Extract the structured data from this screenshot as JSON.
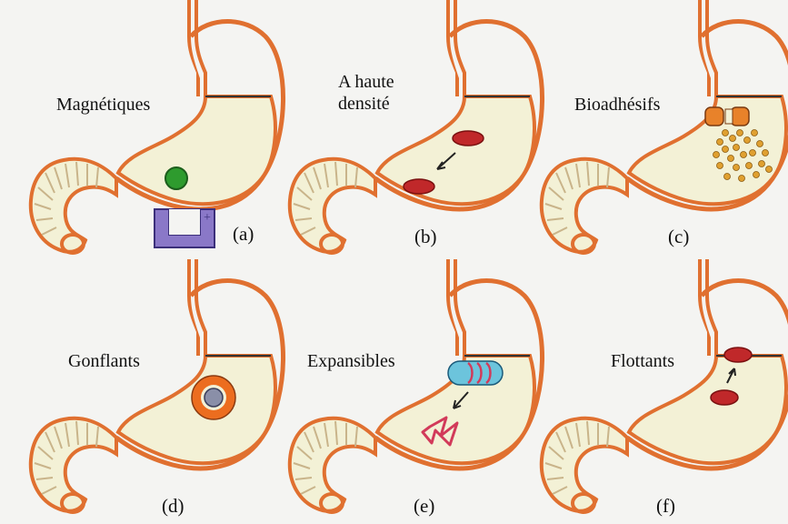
{
  "panels": [
    {
      "id": "a",
      "label": "Magnétiques",
      "caption": "(a)",
      "colors": {
        "sphere": "#2e9b2e",
        "magnet": "#8a78c8"
      }
    },
    {
      "id": "b",
      "label": "A haute\ndensité",
      "caption": "(b)",
      "colors": {
        "tablet": "#c0282a"
      }
    },
    {
      "id": "c",
      "label": "Bioadhésifs",
      "caption": "(c)",
      "colors": {
        "capsule": "#e8822a",
        "particles": "#e0a030"
      }
    },
    {
      "id": "d",
      "label": "Gonflants",
      "caption": "(d)",
      "colors": {
        "ring": "#ec6d1f",
        "core": "#8a8fa8"
      }
    },
    {
      "id": "e",
      "label": "Expansibles",
      "caption": "(e)",
      "colors": {
        "capsule": "#6cc4dc",
        "coil": "#d23a5a"
      }
    },
    {
      "id": "f",
      "label": "Flottants",
      "caption": "(f)",
      "colors": {
        "tablet": "#c0282a"
      }
    }
  ],
  "stomach_colors": {
    "fill": "#f3f1d6",
    "outline": "#e07030",
    "fold": "#c9b48a",
    "fluid_line": "#333333"
  }
}
